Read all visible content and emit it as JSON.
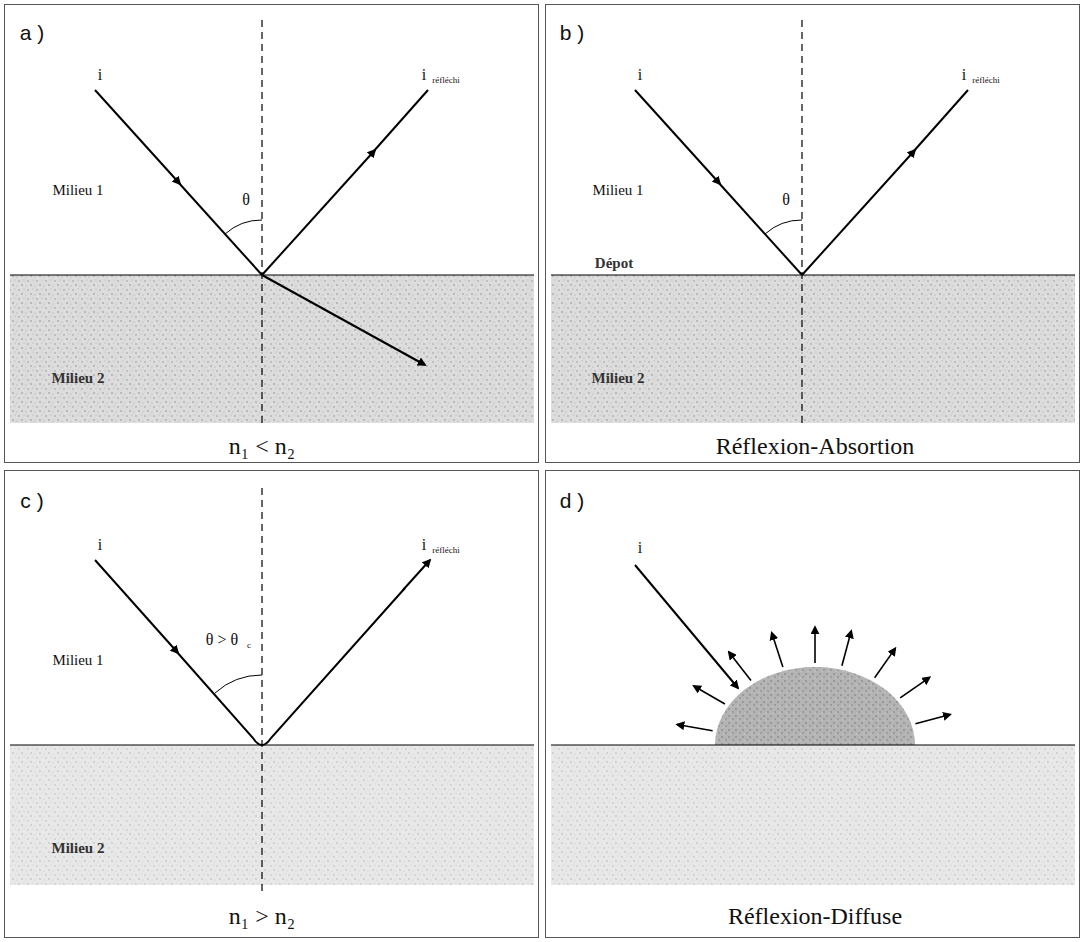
{
  "diagram": {
    "labels": [
      "a )",
      "i",
      "i",
      "réfléchi",
      "Milieu 1",
      "θ",
      "Milieu 2",
      "n₁ < n₂",
      "b )",
      "i",
      "i",
      "réfléchi",
      "Milieu 1",
      "θ",
      "Dépot",
      "Milieu 2",
      "Réflexion-Absortion",
      "c )",
      "i",
      "i",
      "réfléchi",
      "Milieu 1",
      "θ > θ",
      "c",
      "Milieu 2",
      "n₁ > n₂",
      "d )",
      "i",
      "Réflexion-Diffuse"
    ]
  }
}
